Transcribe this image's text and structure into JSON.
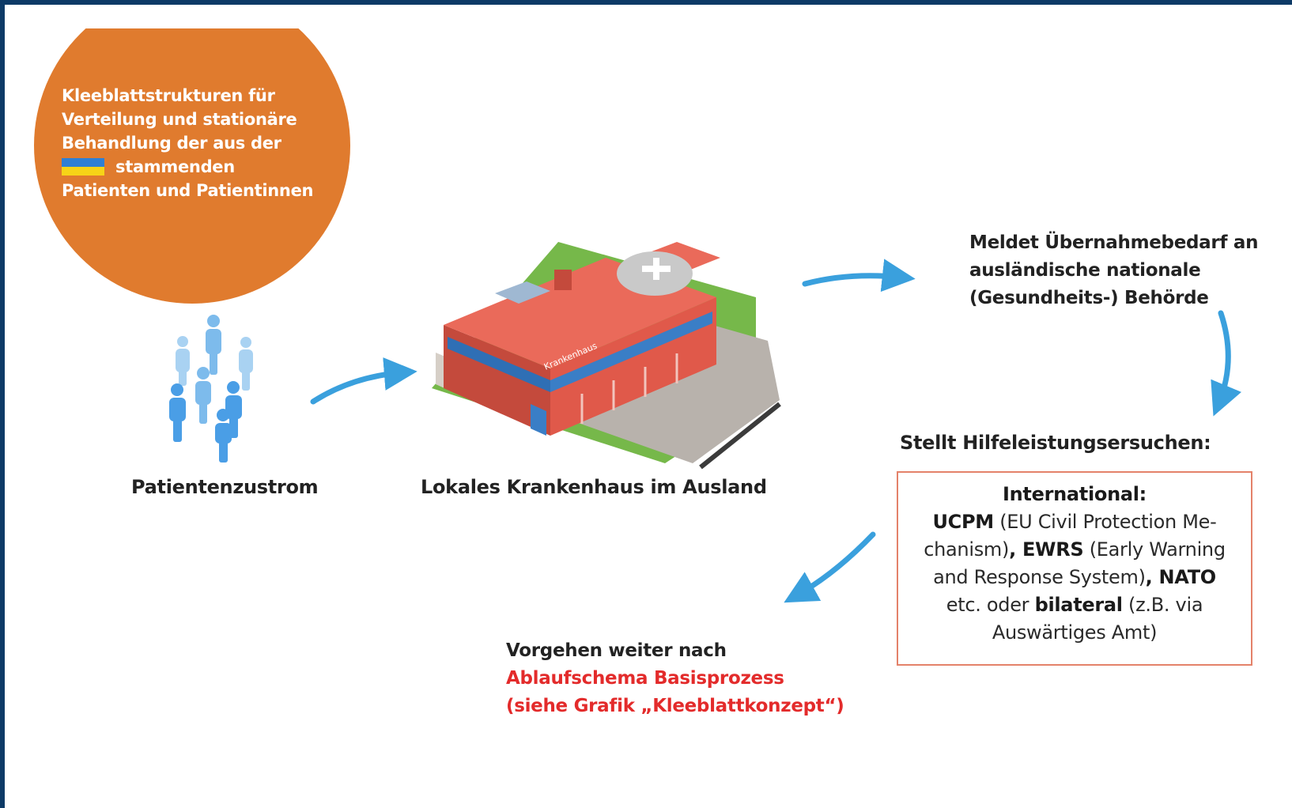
{
  "circle": {
    "lines": [
      "Kleeblattstrukturen für",
      "Verteilung und stationäre",
      "Behandlung der aus der",
      "stammenden",
      "Patienten und Patientinnen"
    ],
    "flag_icon": "ukraine-flag-icon"
  },
  "nodes": {
    "patients_label": "Patientenzustrom",
    "hospital_label": "Lokales Krankenhaus im Ausland",
    "hospital_sign": "Krankenhaus",
    "report_lines": [
      "Meldet Übernahmebedarf an",
      "ausländische nationale",
      "(Gesundheits-) Behörde"
    ],
    "request_label": "Stellt Hilfeleistungsersuchen:",
    "next_lines": [
      "Vorgehen weiter nach",
      "Ablaufschema Basisprozess",
      "(siehe Grafik „Kleeblattkonzept“)"
    ]
  },
  "intl_box": {
    "heading": "International:",
    "ucpm": "UCPM",
    "ucpm_desc_1": " (EU Civil Protection Me-",
    "ucpm_desc_2": "chanism)",
    "ewrs": "EWRS",
    "ewrs_desc_1": " (Early Warning",
    "ewrs_desc_2": "and Response System)",
    "nato": "NATO",
    "etc": "etc. oder ",
    "bilateral": "bilateral",
    "bilateral_desc": " (z.B. via",
    "amt": "Auswärtiges Amt)"
  },
  "colors": {
    "circle": "#e07b2e",
    "arrow": "#3aa0dd",
    "accent_red": "#e32b2b",
    "box_border": "#e4826a",
    "frame": "#0d3a66"
  }
}
